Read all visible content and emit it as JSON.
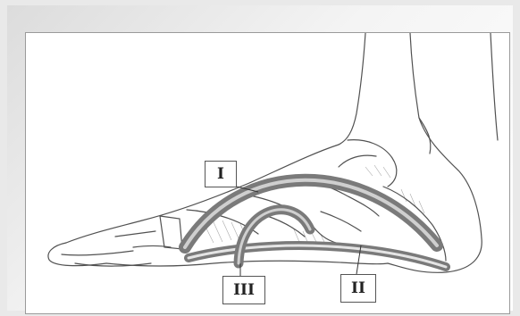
{
  "diagram": {
    "labels": {
      "arch_1": "I",
      "arch_2": "II",
      "arch_3": "III"
    },
    "colors": {
      "arch_band": "#7a7a7a",
      "arch_inner": "#cfcfcf",
      "sketch_line": "#333333"
    }
  }
}
